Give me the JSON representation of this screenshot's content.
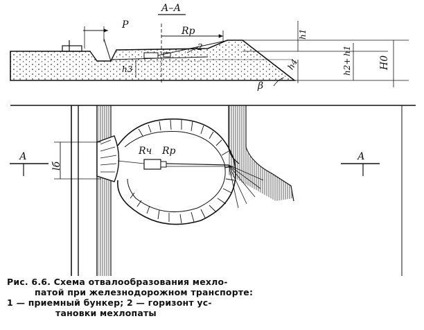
{
  "section_title": "А–А",
  "labels": {
    "p": "P",
    "rp_top": "Rр",
    "num2": "2",
    "h1": "h1",
    "h1b": "h1",
    "h2": "h2+",
    "h0": "H0",
    "h3": "h3",
    "h4": "h4",
    "beta": "β",
    "lb": "lб",
    "rch": "Rч",
    "rp_plan": "Rр",
    "sec_left": "А",
    "sec_right": "А"
  },
  "caption": {
    "line1": "Рис. 6.6. Схема отвалообразования мехло-",
    "line2": "патой при железнодорожном транспорте:",
    "line3": "1 — приемный бункер; 2 — горизонт ус-",
    "line4": "тановки мехлопаты"
  }
}
